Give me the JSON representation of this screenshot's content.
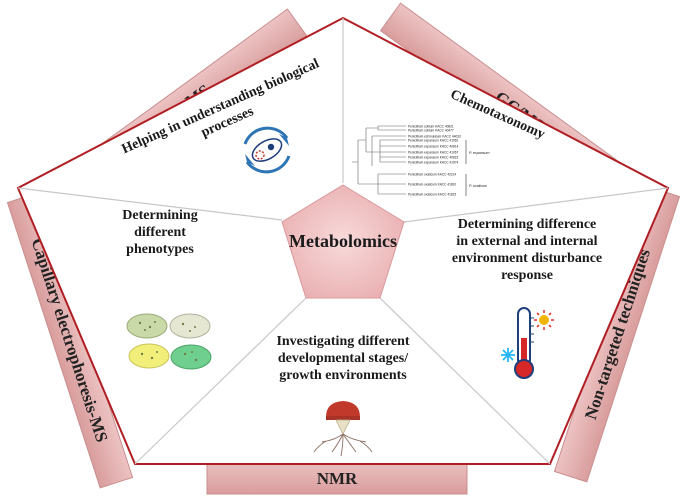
{
  "center": {
    "title": "Metabolomics"
  },
  "bands": {
    "top_left": "HPLC-MS",
    "top_right": "GC/MS",
    "left": "Capillary electrophoresis-MS",
    "right": "Non-targeted techniques",
    "bottom": "NMR"
  },
  "segments": {
    "top_left": [
      "Helping in understanding biological",
      "processes"
    ],
    "top_right": [
      "Chemotaxonomy"
    ],
    "left": [
      "Determining",
      "different",
      "phenotypes"
    ],
    "right": [
      "Determining difference",
      "in external and internal",
      "environment disturbance",
      "response"
    ],
    "bottom": [
      "Investigating different",
      "developmental stages/",
      "growth environments"
    ]
  },
  "tree": {
    "leaves": [
      "Penicillium solitum KACC 40821",
      "Penicillium solitum KACC 40477",
      "Penicillium echinulatum KACC 44033",
      "Penicillium expansum KACC 41962",
      "Penicillium expansum KACC 40814",
      "Penicillium expansum KACC 41067",
      "Penicillium expansum KACC 40815",
      "Penicillium expansum KACC 41974",
      "Penicillium oxalicum KACC 42214",
      "Penicillium oxalicum KACC 41810",
      "Penicillium oxalicum KACC 41815"
    ],
    "group_labels": [
      "P. expansum",
      "P. oxalicum"
    ]
  },
  "colors": {
    "band": "#e8b4b4",
    "band_shadow": "#c98e8e",
    "pentagon_border": "#b01e23",
    "divider": "#c8c8c8",
    "center_fill": "#f3c7c8"
  },
  "icons": {
    "top_left": "cell-cycle-icon",
    "top_right": "phylogenetic-tree-icon",
    "left": "petri-dishes-icon",
    "right": "thermometer-sun-snowflake-icon",
    "bottom": "mushroom-roots-icon"
  }
}
